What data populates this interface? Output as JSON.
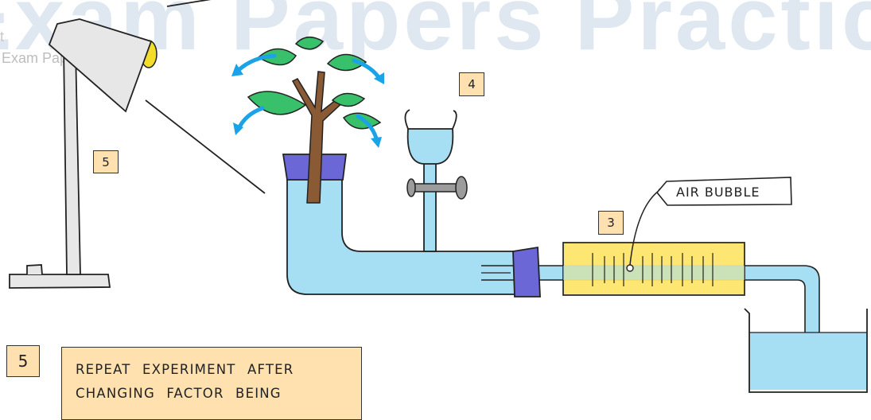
{
  "watermark": {
    "big_text": "Exam Papers Practice",
    "small_text_1": "Exam Papers Practice",
    "small_text_2": "t"
  },
  "labels": {
    "step_5_lamp": "5",
    "step_4_funnel": "4",
    "step_3_scale": "3",
    "air_bubble": "AIR BUBBLE",
    "step_5_bottom": "5"
  },
  "instruction": {
    "line1": "REPEAT EXPERIMENT AFTER",
    "line2": "CHANGING FACTOR BEING"
  },
  "colors": {
    "water": "#a6dff3",
    "stopper": "#6b67d6",
    "scale": "#fde56a",
    "leaf": "#39c06a",
    "stem": "#8a5a35",
    "arrow": "#1aa3e6",
    "tag_fill": "#ffe1b0",
    "lamp_body": "#e7e7e7",
    "bulb": "#f3dd2a"
  }
}
